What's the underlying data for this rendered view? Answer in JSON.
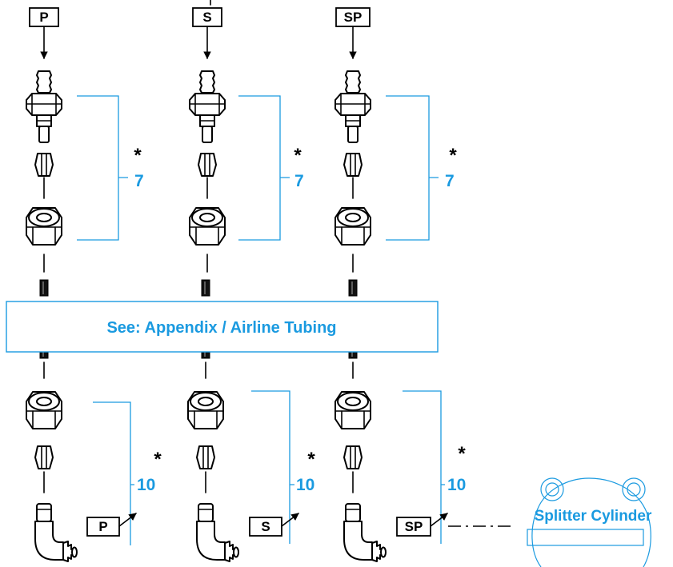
{
  "columns": [
    {
      "key": "p",
      "port_label": "P",
      "upper_callout": "7",
      "lower_callout": "10",
      "upper_asterisk": "*",
      "lower_asterisk": "*"
    },
    {
      "key": "s",
      "port_label": "S",
      "upper_callout": "7",
      "lower_callout": "10",
      "upper_asterisk": "*",
      "lower_asterisk": "*"
    },
    {
      "key": "sp",
      "port_label": "SP",
      "upper_callout": "7",
      "lower_callout": "10",
      "upper_asterisk": "*",
      "lower_asterisk": "*"
    }
  ],
  "note": {
    "text": "See: Appendix / Airline Tubing"
  },
  "splitter": {
    "label": "Splitter Cylinder"
  },
  "colors": {
    "callout": "#1a9ae0",
    "line_art": "#000000"
  }
}
